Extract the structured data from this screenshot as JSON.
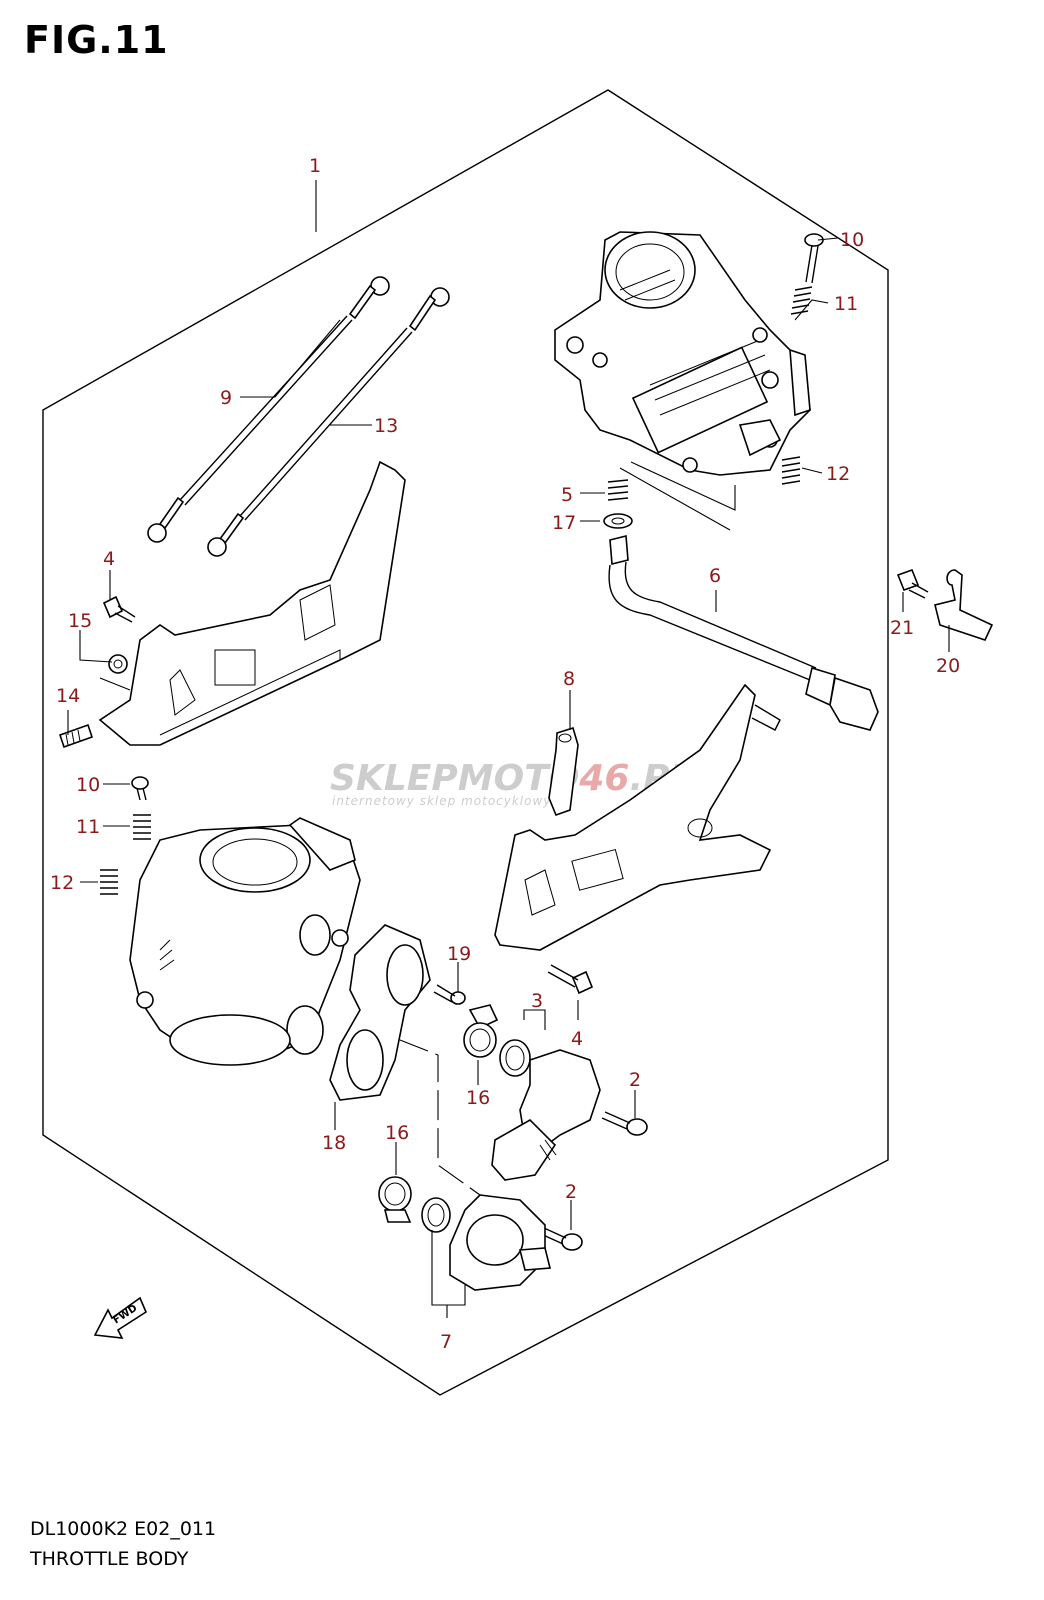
{
  "figure": {
    "title": "FIG.11",
    "code": "DL1000K2 E02_011",
    "name": "THROTTLE BODY"
  },
  "watermark": {
    "brand_a": "SKLEPMOTO",
    "brand_b": "46",
    "brand_c": ".PL",
    "tagline": "internetowy sklep motocyklowy",
    "color_grey": "#c8c8c8",
    "color_red": "#e8a0a0"
  },
  "fwd_label": "FWD",
  "callouts": {
    "c1": "1",
    "c10a": "10",
    "c11a": "11",
    "c12a": "12",
    "c9": "9",
    "c13": "13",
    "c5": "5",
    "c17": "17",
    "c6": "6",
    "c21": "21",
    "c20": "20",
    "c4a": "4",
    "c15": "15",
    "c14": "14",
    "c8": "8",
    "c10b": "10",
    "c11b": "11",
    "c12b": "12",
    "c19": "19",
    "c3": "3",
    "c4b": "4",
    "c2a": "2",
    "c16a": "16",
    "c18": "18",
    "c16b": "16",
    "c2b": "2",
    "c7": "7"
  },
  "colors": {
    "callout": "#8b1a1a",
    "line": "#000000"
  }
}
